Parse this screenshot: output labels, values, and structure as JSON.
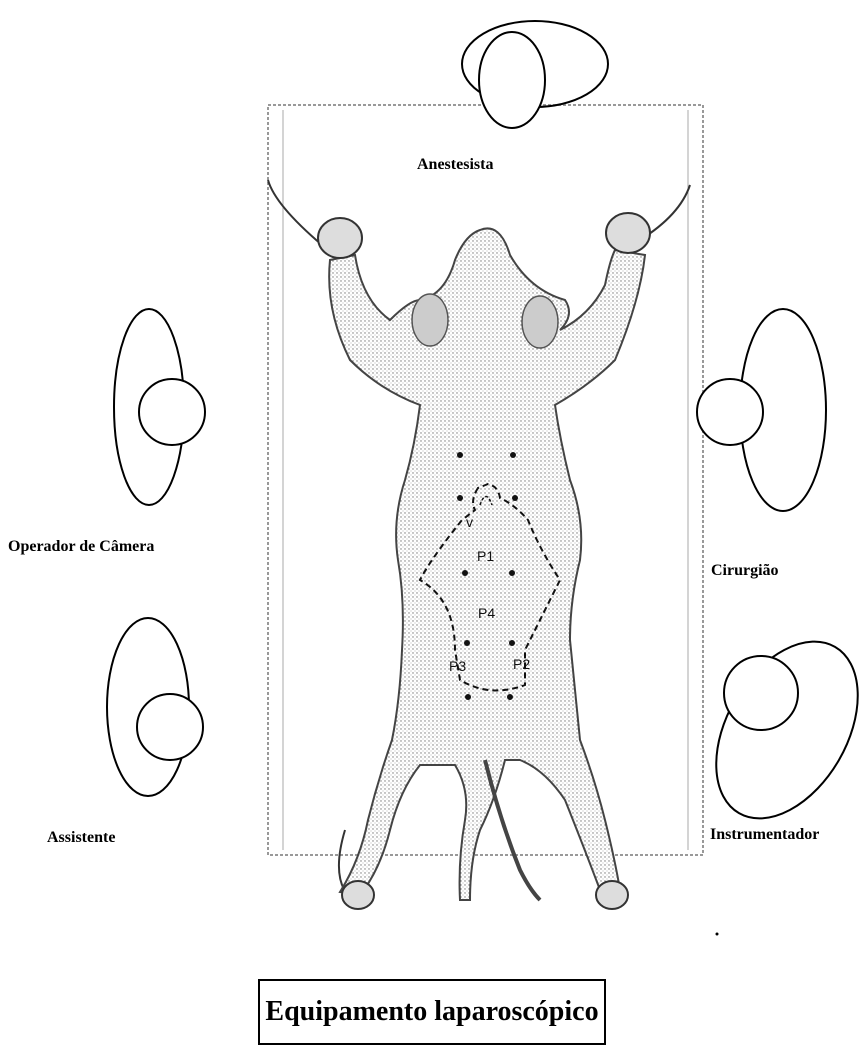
{
  "positions": {
    "anesthetist": "Anestesista",
    "camera_operator": "Operador de Câmera",
    "surgeon": "Cirurgião",
    "assistant": "Assistente",
    "scrub_nurse": "Instrumentador"
  },
  "ports": {
    "v": "v",
    "p1": "P1",
    "p4": "P4",
    "p3": "P3",
    "p2": "P2"
  },
  "equipment": {
    "label": "Equipamento laparoscópico"
  }
}
